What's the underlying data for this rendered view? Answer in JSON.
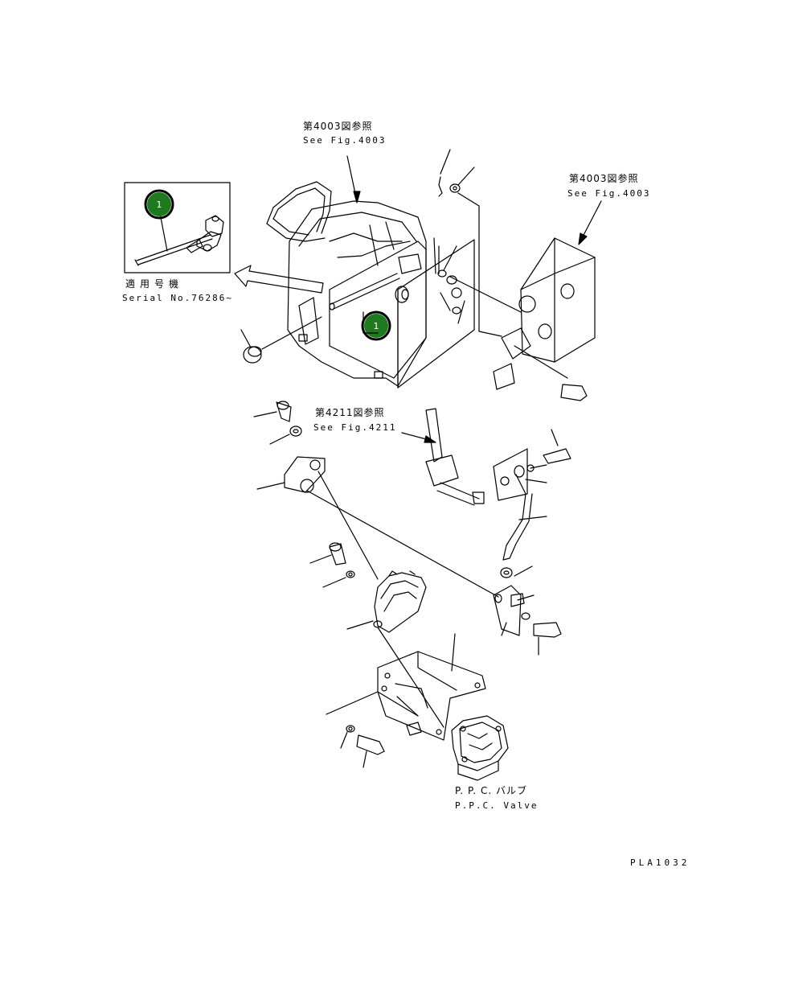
{
  "labels": {
    "top_ref_jp": "第4003図参照",
    "top_ref_en": "See Fig.4003",
    "right_ref_jp": "第4003図参照",
    "right_ref_en": "See Fig.4003",
    "mid_ref_jp": "第4211図参照",
    "mid_ref_en": "See Fig.4211",
    "serial_jp": "適用号機",
    "serial_en": "Serial No.76286~",
    "ppc_jp": "P. P. C. バルブ",
    "ppc_en": "P.P.C. Valve",
    "drawing_id": "PLA1032"
  },
  "callouts": [
    {
      "number": "1"
    },
    {
      "number": "1"
    }
  ],
  "colors": {
    "callout_fill": "#1f7a1f",
    "callout_ring": "#000000",
    "line": "#000000",
    "background": "#ffffff"
  }
}
